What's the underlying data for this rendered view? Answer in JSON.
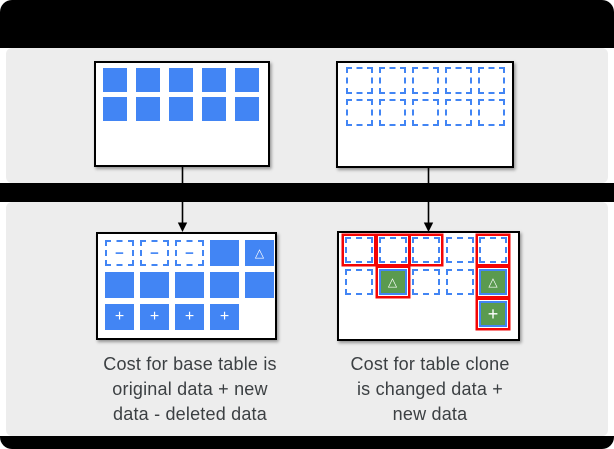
{
  "colors": {
    "bar": "#000000",
    "panel": "#ededed",
    "white": "#ffffff",
    "box_border": "#000000",
    "blue": "#4285f4",
    "green": "#5a9a4f",
    "red": "#f40404",
    "text": "#3c4043"
  },
  "glyphs": {
    "minus": "−",
    "plus": "+",
    "triangle": "△"
  },
  "cell_kinds": {
    "S": {
      "css": "solid",
      "name": "original-data-block"
    },
    "D": {
      "css": "dashed",
      "name": "empty-data-block"
    },
    "Dm": {
      "css": "dashed",
      "glyph": "minus",
      "name": "deleted-data-block"
    },
    "St": {
      "css": "solid",
      "glyph": "triangle",
      "name": "changed-data-block"
    },
    "Sp": {
      "css": "solid",
      "glyph": "plus",
      "name": "new-data-block"
    },
    "RD": {
      "css": "dashed red-ring",
      "name": "clone-referenced-block"
    },
    "GT": {
      "css": "green red-ring",
      "glyph": "triangle",
      "name": "clone-changed-data-block"
    },
    "GP": {
      "css": "green red-ring",
      "glyph": "plus",
      "name": "clone-new-data-block"
    },
    "E": {
      "css": "empty",
      "name": "blank-cell"
    }
  },
  "boxes": {
    "base_before": {
      "rows": [
        "S S S S S",
        "S S S S S"
      ]
    },
    "clone_before": {
      "rows": [
        "D D D D D",
        "D D D D D"
      ]
    },
    "base_after": {
      "rows": [
        "Dm Dm Dm S St",
        "S S S S S",
        "Sp Sp Sp Sp E"
      ]
    },
    "clone_after": {
      "rows": [
        "RD RD RD D RD",
        "D GT D D GT",
        "E E E E GP"
      ]
    }
  },
  "captions": {
    "base": {
      "text": "Cost for base table is\noriginal data + new\ndata - deleted data"
    },
    "clone": {
      "text": "Cost for table clone\nis changed data +\nnew data"
    }
  }
}
